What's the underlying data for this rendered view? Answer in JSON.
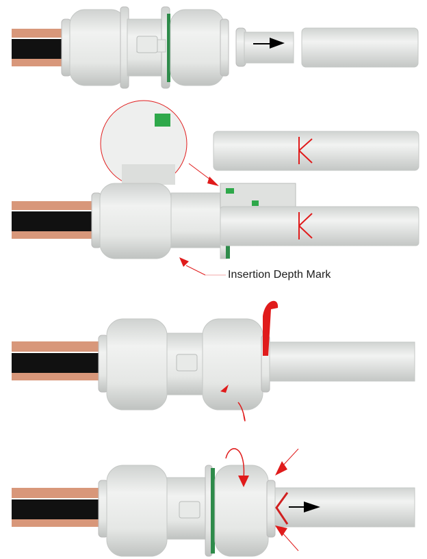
{
  "diagram": {
    "type": "instructional assembly steps",
    "steps": [
      {
        "id": 1,
        "description": "Insert pipe insert into plastic pipe",
        "arrow": "right"
      },
      {
        "id": 2,
        "description": "Push pipe into fitting up to insertion depth mark",
        "callout": "zoom detail of green O-ring seal"
      },
      {
        "id": 3,
        "description": "Tighten nut; remove red locking clip",
        "arrow": "rotate"
      },
      {
        "id": 4,
        "description": "Turn nut, compress collet to release pipe",
        "arrow": "right"
      }
    ],
    "annotations": {
      "insertion_depth_mark": "Insertion Depth Mark"
    },
    "colors": {
      "fitting": "#e6e8e6",
      "copper": "#d8977a",
      "pipe_core": "#111111",
      "o_ring": "#2e8b4a",
      "accent_red": "#e01b1b",
      "arrow_black": "#000000"
    }
  }
}
